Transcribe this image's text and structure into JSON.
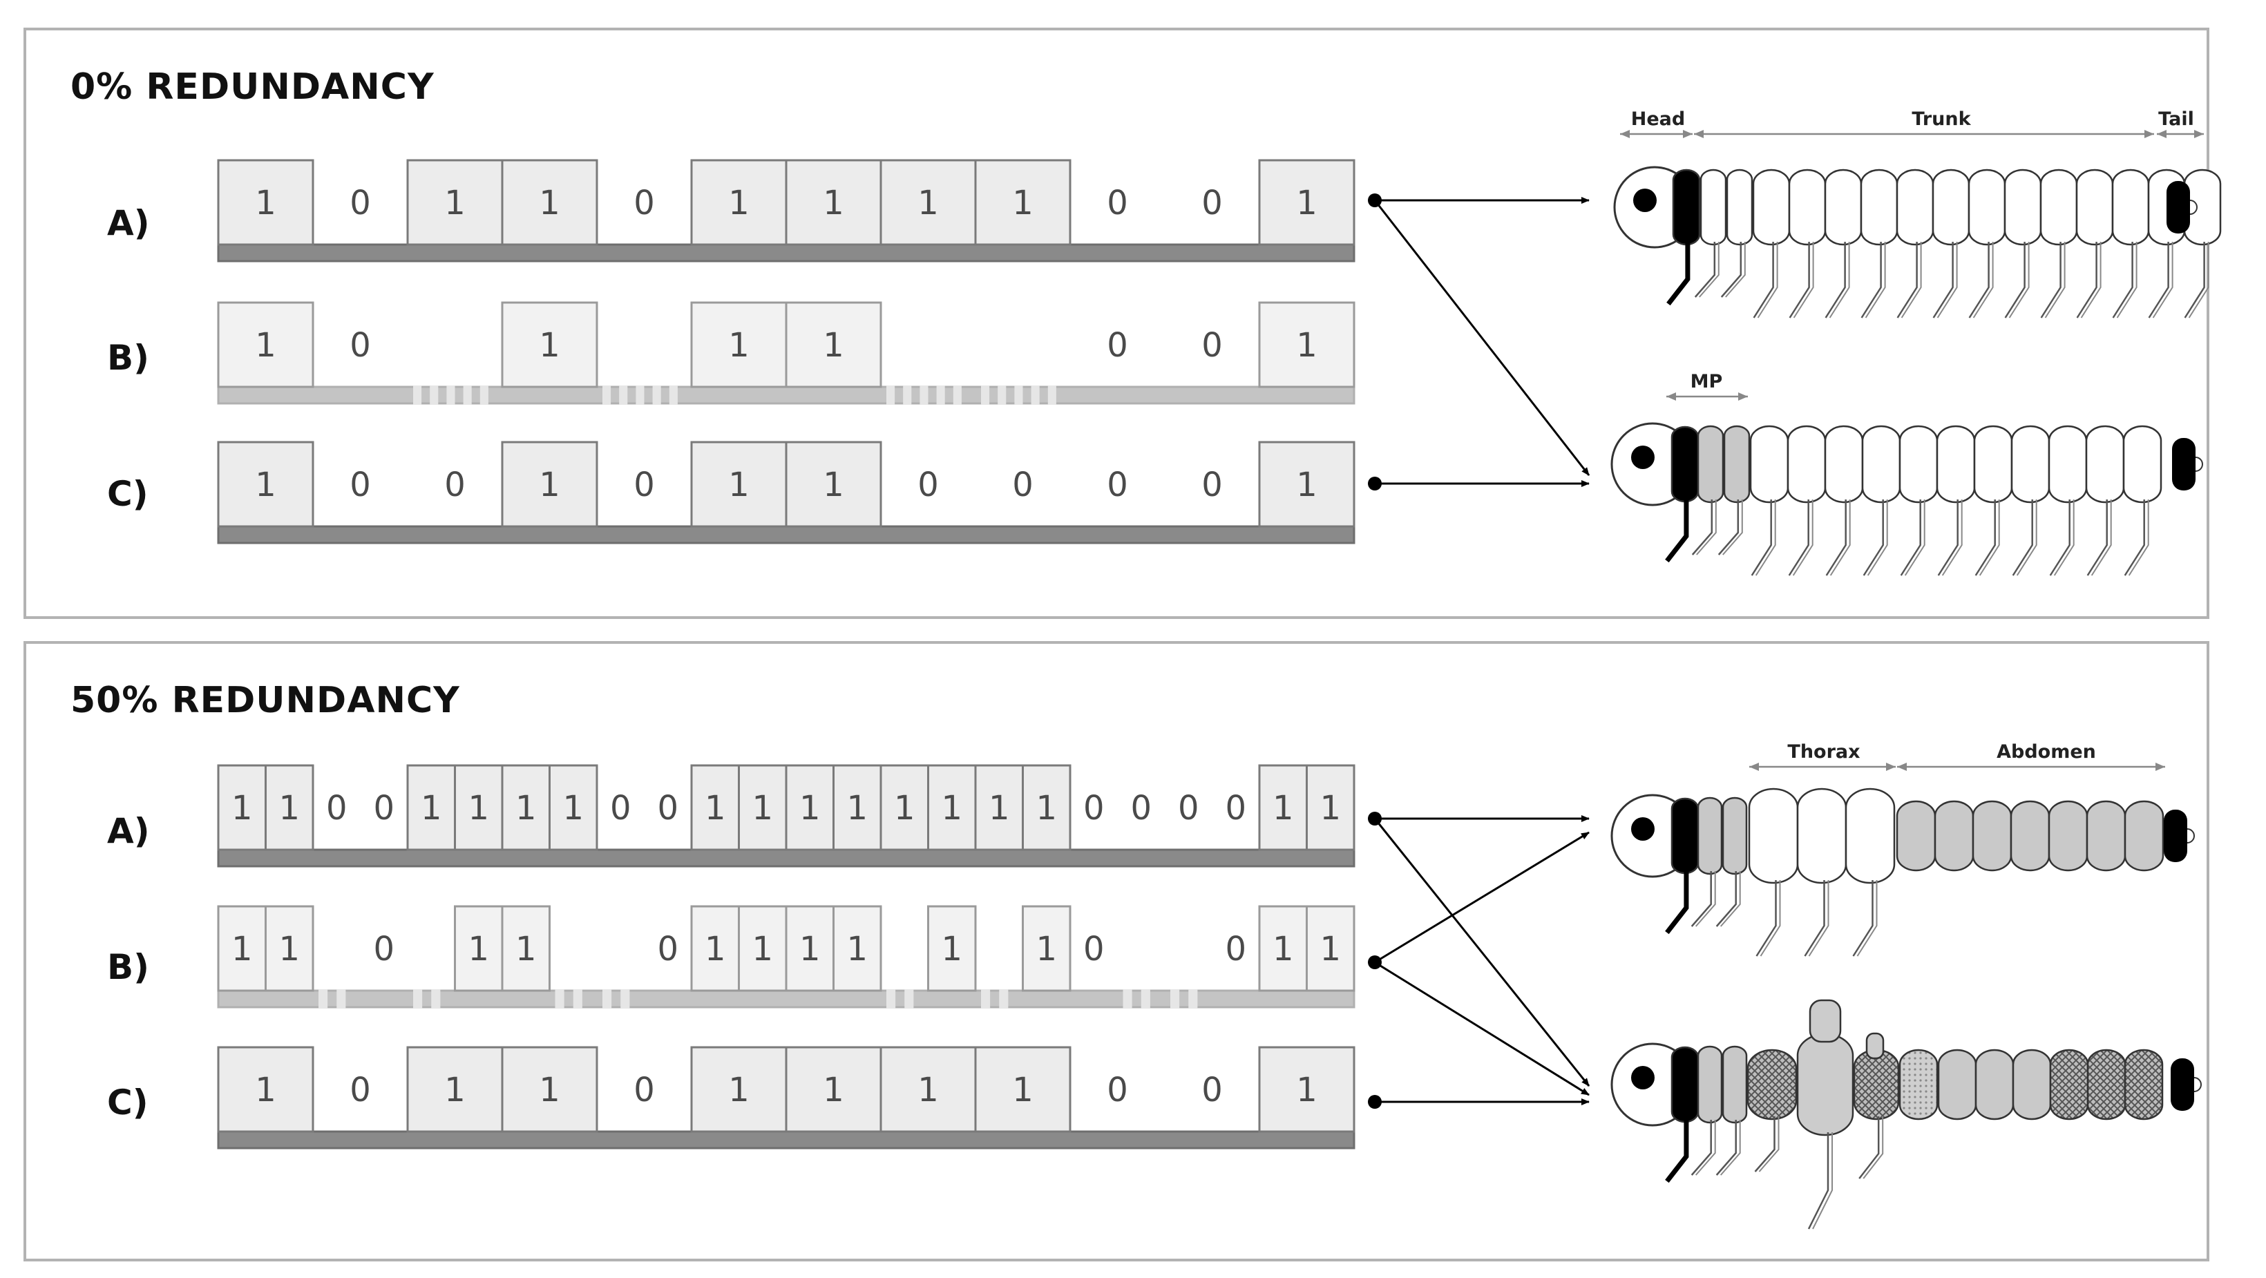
{
  "panels": [
    {
      "title": "0% REDUNDANCY",
      "rows": [
        {
          "label": "A)",
          "bits": [
            "1",
            "0",
            "1",
            "1",
            "0",
            "1",
            "1",
            "1",
            "1",
            "0",
            "0",
            "1"
          ]
        },
        {
          "label": "B)",
          "bits": [
            "1",
            "0",
            "",
            "1",
            "",
            "1",
            "1",
            "",
            "",
            "0",
            "0",
            "1"
          ]
        },
        {
          "label": "C)",
          "bits": [
            "1",
            "0",
            "0",
            "1",
            "0",
            "1",
            "1",
            "0",
            "0",
            "0",
            "0",
            "1"
          ]
        }
      ],
      "body_labels": {
        "head": "Head",
        "trunk": "Trunk",
        "tail": "Tail",
        "mp": "MP"
      }
    },
    {
      "title": "50% REDUNDANCY",
      "rows": [
        {
          "label": "A)",
          "bits": [
            "1",
            "1",
            "0",
            "0",
            "1",
            "1",
            "1",
            "1",
            "0",
            "0",
            "1",
            "1",
            "1",
            "1",
            "1",
            "1",
            "1",
            "1",
            "0",
            "0",
            "0",
            "0",
            "1",
            "1"
          ]
        },
        {
          "label": "B)",
          "bits": [
            "1",
            "1",
            "",
            "0",
            "",
            "1",
            "1",
            "",
            "",
            "0",
            "1",
            "1",
            "1",
            "1",
            "",
            "1",
            "",
            "1",
            "0",
            "",
            "",
            "0",
            "1",
            "1"
          ]
        },
        {
          "label": "C)",
          "bits": [
            "1",
            "0",
            "1",
            "1",
            "0",
            "1",
            "1",
            "1",
            "1",
            "0",
            "0",
            "1"
          ]
        }
      ],
      "body_labels": {
        "thorax": "Thorax",
        "abdomen": "Abdomen"
      }
    }
  ],
  "colors": {
    "box_fill": "#ececec",
    "box_stroke": "#7a7a7a",
    "bar_dark": "#8a8a8a",
    "bar_light": "#c4c4c4",
    "segment_gray": "#c8c8c8",
    "black": "#000000"
  }
}
